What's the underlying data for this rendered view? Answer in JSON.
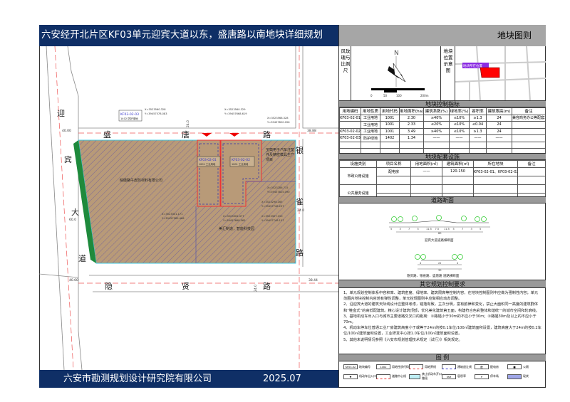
{
  "title": "六安经开北片区KF03单元迎宾大道以东，盛唐路以南地块详细规划",
  "footer": {
    "org": "六安市勘测规划设计研究院有限公司",
    "date": "2025.07"
  },
  "map": {
    "roads": {
      "top": [
        "盛",
        "唐",
        "路"
      ],
      "bottom": [
        "隐",
        "贤",
        "路"
      ],
      "left": [
        "迎",
        "宾",
        "大",
        "道"
      ],
      "right": [
        "银",
        "雀",
        "路"
      ]
    },
    "widths": {
      "tl": "40.00",
      "tr": "38.88",
      "bl": "40.60",
      "br": "38.44",
      "left": "60.0",
      "top": "24.0",
      "bottom": "24.0",
      "right": "24.0"
    },
    "parcels": [
      {
        "code": "KF03-02-01",
        "use": "1001 工业用地"
      },
      {
        "code": "KF03-02-02",
        "use": "1001 工业用地"
      },
      {
        "code": "KF03-02-03",
        "use": "1402 防护绿地"
      }
    ],
    "labels": {
      "company_a": "皖徽路牛皮防材料有限公司",
      "company_b": "宝典电子汽车注塑件及精密模具生产项目",
      "company_c": "美汇制造，智能科技园"
    },
    "coords": [
      {
        "x": "X=3523560.328",
        "y": "Y=39457578.083"
      },
      {
        "x": "X=3523560.329",
        "y": "Y=39457668.619"
      },
      {
        "x": "X=3523568.328",
        "y": "Y=39457820.096"
      },
      {
        "x": "X=3523286.715",
        "y": "Y=39457825.090"
      },
      {
        "x": "X=3523298.165",
        "y": "Y=39457748.237"
      },
      {
        "x": "X=3523301.171",
        "y": "Y=39457585.466"
      },
      {
        "x": "X=3523302.477",
        "y": "Y=39457668.565"
      },
      {
        "x": "X=3523307.150",
        "y": "Y=39457748.157"
      }
    ]
  },
  "panel": {
    "header": "地块图则",
    "rose_label": "风玫瑰与比例尺",
    "north": "N",
    "scale": [
      "0",
      "50",
      "100",
      "200m"
    ],
    "location_label": "地块位置示意图",
    "location_tag": "地块所在位置",
    "colors": {
      "navy": "#0f2f66",
      "parcel": "#b89a78",
      "green": "#1e8a3c",
      "red": "#ff0000"
    },
    "control": {
      "title": "地块控制指标",
      "headers": [
        "用地编码",
        "用地性质",
        "用地代码",
        "用地面积(ha)",
        "建筑系数(%)",
        "绿地率(%)",
        "容积率",
        "建筑限高(m)",
        "备注"
      ],
      "rows": [
        [
          "KF03-02-01",
          "工业用地",
          "1001",
          "2.30",
          "≥40%",
          "≤10%",
          "≥1.3",
          "24",
          "兼容商务办公等配套功能"
        ],
        [
          "",
          "工业用地",
          "1001",
          "2.33",
          "≤20%",
          "≤10%",
          "≤0.04",
          "24",
          ""
        ],
        [
          "KF03-02-02",
          "工业用地",
          "1001",
          "3.49",
          "≥40%",
          "≤10%",
          "≥1.3",
          "24",
          ""
        ],
        [
          "KF03-02-03",
          "防护绿地",
          "1402",
          "1.34",
          "——",
          "——",
          "——",
          "——",
          ""
        ],
        [
          "",
          "",
          "",
          "",
          "",
          "",
          "",
          "",
          ""
        ],
        [
          "",
          "",
          "",
          "",
          "",
          "",
          "",
          "",
          ""
        ]
      ]
    },
    "facilities": {
      "title": "地块配套设施",
      "headers": [
        "设施类别",
        "项目名称",
        "用地面积(㎡)",
        "建筑面积(㎡)",
        "所在地块",
        "备注"
      ],
      "rows": [
        [
          "市政公用设施",
          "配电房",
          "——",
          "120-150",
          "KF03-02-01、KF03-02-02",
          ""
        ],
        [
          "公共服务设施",
          "",
          "",
          "",
          "",
          ""
        ]
      ]
    },
    "road_section": {
      "title": "道路断面",
      "a_label": "迎宾大道道路横断面",
      "a_dims": [
        "5",
        "3",
        "7",
        "5",
        "11.5",
        "7.5",
        "11.5",
        "5",
        "7",
        "3",
        "5"
      ],
      "a_total": "80",
      "b_label": "隐贤路、银雀路、盛唐路 道路横断面",
      "b_dims": [
        "4",
        "22",
        "4"
      ],
      "b_total": "30"
    },
    "requirements": {
      "title": "其它规划控制要求",
      "items": [
        "1、单元规划控制体系中容积率、建筑密度、绿地率、建筑限高等控制内容，在地块控制图则中应做为强制性内容；单元范围内地块控制内容若有弹性调整，单元控规图则中应做相应动态调整。",
        "2、沿迎宾大道的建筑天际线设计应整体考虑，错落有致，主次分明，富有韵律和变化，禁止大面积同一高度的建筑群体和“鞋盒式”的高低配建筑。精心设计建筑顶部，优化美化建筑第五面，构建符合色彩整体和谐统一的城市空间和轮廓线。",
        "3、基地机动车出入口与城市主要道路交叉口的距离：①路幅小于30m的不应小于30m；②路幅30m及以上的不应小于70m。",
        "4、机动车停车位普通工业厂房建筑高度小于或等于24m的按0.1车位/100㎡建筑面积设置，建筑高度大于24m的按0.2车位/100㎡建筑面积设置，工业研发中心按1.0车位/100㎡建筑面积设置。",
        "5、其他未说明情况参照《六安市规划管理技术规定（试行）》相关规定。"
      ]
    },
    "legend": {
      "title": "图  例",
      "items": [
        {
          "swatch": "KF03-02",
          "label": "地块编号"
        },
        {
          "swatch": "1402",
          "label": "用地性质代码"
        },
        {
          "swatch": "",
          "label": "用地界线"
        },
        {
          "swatch": "",
          "label": "建筑退让线"
        },
        {
          "swatch": "配",
          "label": "配电房"
        },
        {
          "swatch": "■",
          "label": "公厕"
        },
        {
          "swatch": "▼",
          "label": "机动车出入口"
        },
        {
          "swatch": "",
          "label": "道路中心线"
        },
        {
          "swatch": "",
          "label": "禁止机动车开口路段"
        },
        {
          "swatch": "FAR",
          "label": "容积率"
        },
        {
          "swatch": "P",
          "label": "停车场"
        },
        {
          "swatch": "",
          "label": "现状"
        }
      ]
    }
  }
}
